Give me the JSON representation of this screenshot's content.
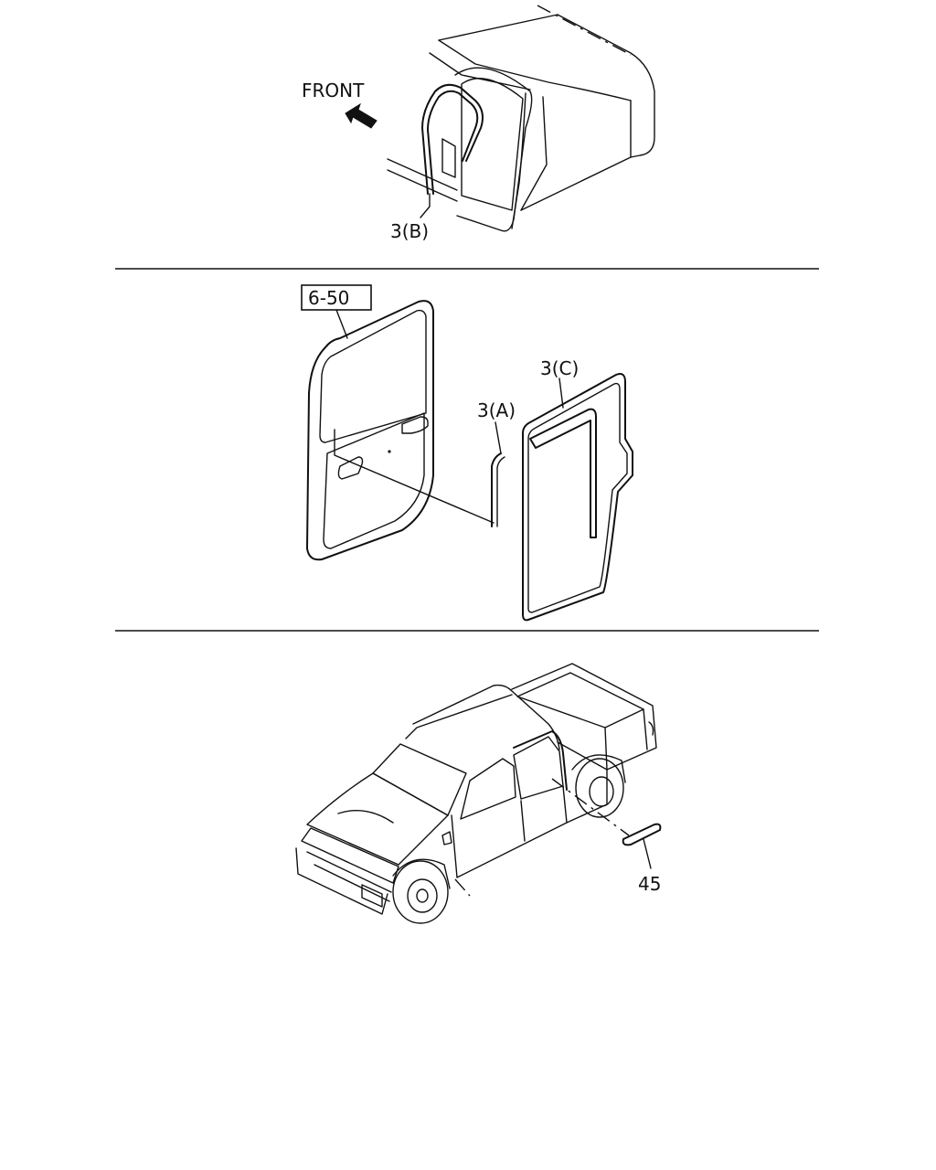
{
  "colors": {
    "line": "#111111",
    "background": "#ffffff"
  },
  "labels": {
    "front": "FRONT",
    "part_3b": "3(B)",
    "ref_6_50": "6-50",
    "part_3c": "3(C)",
    "part_3a": "3(A)",
    "part_45": "45"
  },
  "icons": {
    "front_arrow": "arrow-up-left-icon"
  }
}
